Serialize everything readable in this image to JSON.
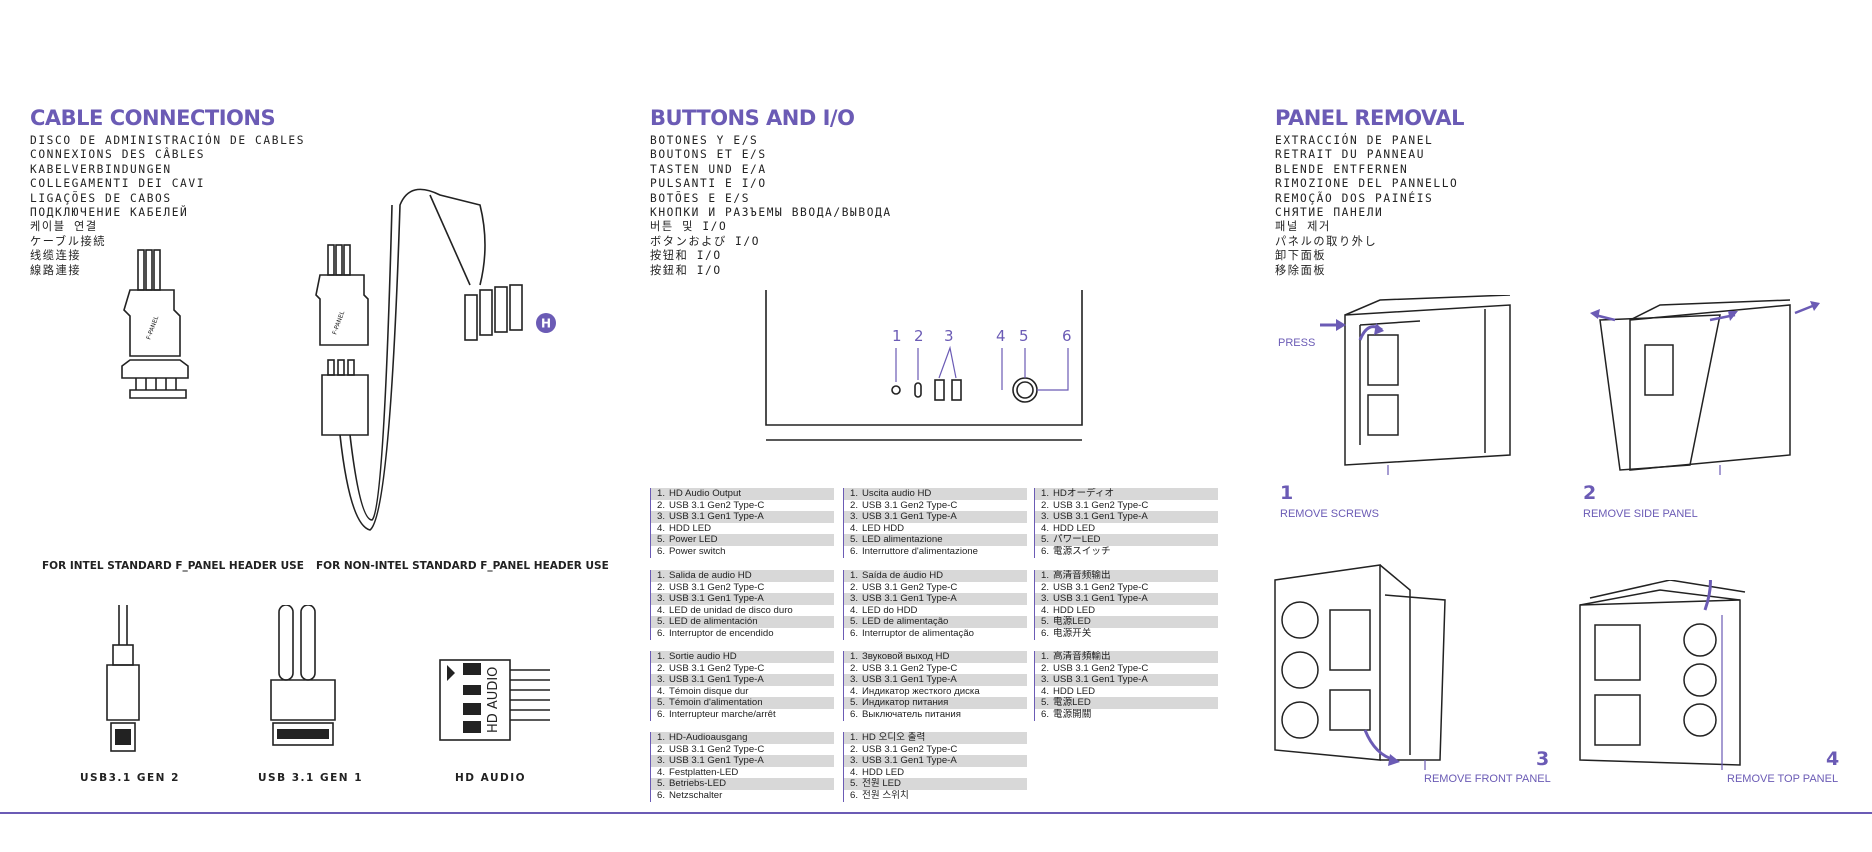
{
  "cable": {
    "title": "CABLE CONNECTIONS",
    "translations": [
      "DISCO DE ADMINISTRACIÓN DE CABLES",
      "CONNEXIONS DES CÂBLES",
      "KABELVERBINDUNGEN",
      "COLLEGAMENTI DEI CAVI",
      "LIGAÇÕES DE CABOS",
      "ПОДКЛЮЧЕНИЕ КАБЕЛЕЙ",
      "케이블 연결",
      "ケーブル接続",
      "线缆连接",
      "線路連接"
    ],
    "connector_label": "F-PANEL",
    "marker": "H",
    "intel_caption": "FOR INTEL STANDARD F_PANEL HEADER USE",
    "nonintel_caption": "FOR NON-INTEL STANDARD F_PANEL HEADER USE",
    "usb_gen2": "USB3.1 GEN 2",
    "usb_gen1": "USB 3.1 GEN 1",
    "hd_audio": "HD AUDIO",
    "hd_audio_connector": "HD AUDIO"
  },
  "io": {
    "title": "BUTTONS AND I/O",
    "translations": [
      "BOTONES Y E/S",
      "BOUTONS ET E/S",
      "TASTEN UND E/A",
      "PULSANTI E I/O",
      "BOTÕES E E/S",
      "КНОПКИ И РАЗЪЕМЫ ВВОДА/ВЫВОДА",
      "버튼 및 I/O",
      "ボタンおよび I/O",
      "按钮和 I/O",
      "按鈕和 I/O"
    ],
    "port_numbers": [
      "1",
      "2",
      "3",
      "4",
      "5",
      "6"
    ],
    "tables": [
      [
        "HD Audio Output",
        "USB 3.1 Gen2 Type-C",
        "USB 3.1 Gen1 Type-A",
        "HDD LED",
        "Power LED",
        "Power switch"
      ],
      [
        "Uscita audio HD",
        "USB 3.1 Gen2 Type-C",
        "USB 3.1 Gen1 Type-A",
        "LED HDD",
        "LED alimentazione",
        "Interruttore d'alimentazione"
      ],
      [
        "HDオーディオ",
        "USB 3.1 Gen2 Type-C",
        "USB 3.1 Gen1 Type-A",
        "HDD LED",
        "パワーLED",
        "電源スイッチ"
      ],
      [
        "Salida de audio HD",
        "USB 3.1 Gen2 Type-C",
        "USB 3.1 Gen1 Type-A",
        "LED de unidad de disco duro",
        "LED de alimentación",
        "Interruptor de encendido"
      ],
      [
        "Saída de áudio HD",
        "USB 3.1 Gen2 Type-C",
        "USB 3.1 Gen1 Type-A",
        "LED do HDD",
        "LED de alimentação",
        "Interruptor de alimentação"
      ],
      [
        "高清音频输出",
        "USB 3.1 Gen2 Type-C",
        "USB 3.1 Gen1 Type-A",
        "HDD LED",
        "电源LED",
        "电源开关"
      ],
      [
        "Sortie audio HD",
        "USB 3.1 Gen2 Type-C",
        "USB 3.1 Gen1 Type-A",
        "Témoin disque dur",
        "Témoin d'alimentation",
        "Interrupteur marche/arrêt"
      ],
      [
        "Звуковой выход HD",
        "USB 3.1 Gen2 Type-C",
        "USB 3.1 Gen1 Type-A",
        "Индикатор жесткого диска",
        "Индикатор питания",
        "Выключатель питания"
      ],
      [
        "高清音頻輸出",
        "USB 3.1 Gen2 Type-C",
        "USB 3.1 Gen1 Type-A",
        "HDD LED",
        "電源LED",
        "電源開關"
      ],
      [
        "HD-Audioausgang",
        "USB 3.1 Gen2 Type-C",
        "USB 3.1 Gen1 Type-A",
        "Festplatten-LED",
        "Betriebs-LED",
        "Netzschalter"
      ],
      [
        "HD 오디오 출력",
        "USB 3.1 Gen2 Type-C",
        "USB 3.1 Gen1 Type-A",
        "HDD LED",
        "전원 LED",
        "전원 스위치"
      ]
    ]
  },
  "panel": {
    "title": "PANEL REMOVAL",
    "translations": [
      "EXTRACCIÓN DE PANEL",
      "RETRAIT DU PANNEAU",
      "BLENDE ENTFERNEN",
      "RIMOZIONE DEL PANNELLO",
      "REMOÇÃO DOS PAINÉIS",
      "СНЯТИЕ ПАНЕЛИ",
      "패널 제거",
      "パネルの取り外し",
      "卸下面板",
      "移除面板"
    ],
    "press": "PRESS",
    "steps": [
      {
        "num": "1",
        "label": "REMOVE SCREWS"
      },
      {
        "num": "2",
        "label": "REMOVE SIDE PANEL"
      },
      {
        "num": "3",
        "label": "REMOVE FRONT PANEL"
      },
      {
        "num": "4",
        "label": "REMOVE TOP PANEL"
      }
    ]
  },
  "colors": {
    "accent": "#6b5bb5",
    "row_shade": "#d8d8d8"
  }
}
